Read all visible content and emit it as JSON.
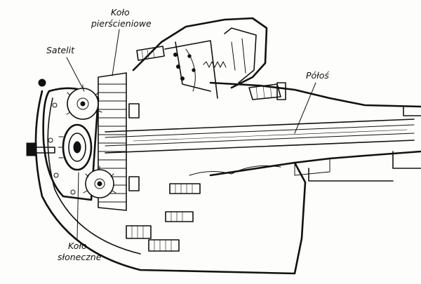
{
  "labels": {
    "ring_gear_line1": "Koło",
    "ring_gear_line2": "pierścieniowe",
    "planet_gear": "Satelit",
    "axle_shaft": "Półoś",
    "sun_gear_line1": "Koło",
    "sun_gear_line2": "słoneczne"
  }
}
